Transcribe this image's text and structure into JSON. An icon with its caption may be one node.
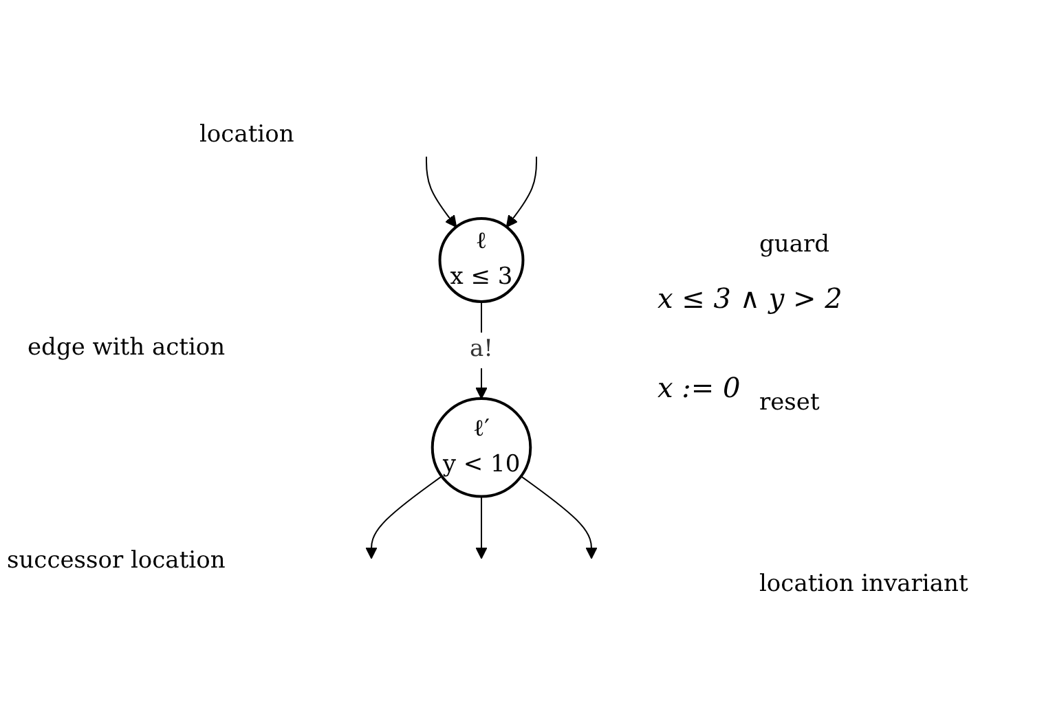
{
  "diagram": {
    "nodes": [
      {
        "text": [
          "ℓ",
          "x ≤ 3"
        ]
      },
      {
        "text": [
          "ℓ′",
          "y < 10"
        ]
      }
    ],
    "edges": [
      {
        "from": null,
        "to": 0,
        "arrow": "to"
      },
      {
        "from": null,
        "to": 0,
        "arrow": "to"
      },
      {
        "from": 0,
        "to": 1,
        "label": "a!",
        "arrow": "to"
      },
      {
        "from": 1,
        "to": null,
        "arrow": "to"
      },
      {
        "from": 1,
        "to": null,
        "arrow": "to"
      },
      {
        "from": 1,
        "to": null,
        "arrow": "to"
      }
    ],
    "labels": [
      "location",
      "guard",
      "x ≤ 3 ∧ y > 2",
      "edge with action",
      "x := 0",
      "reset",
      "successor location",
      "location invariant"
    ]
  }
}
